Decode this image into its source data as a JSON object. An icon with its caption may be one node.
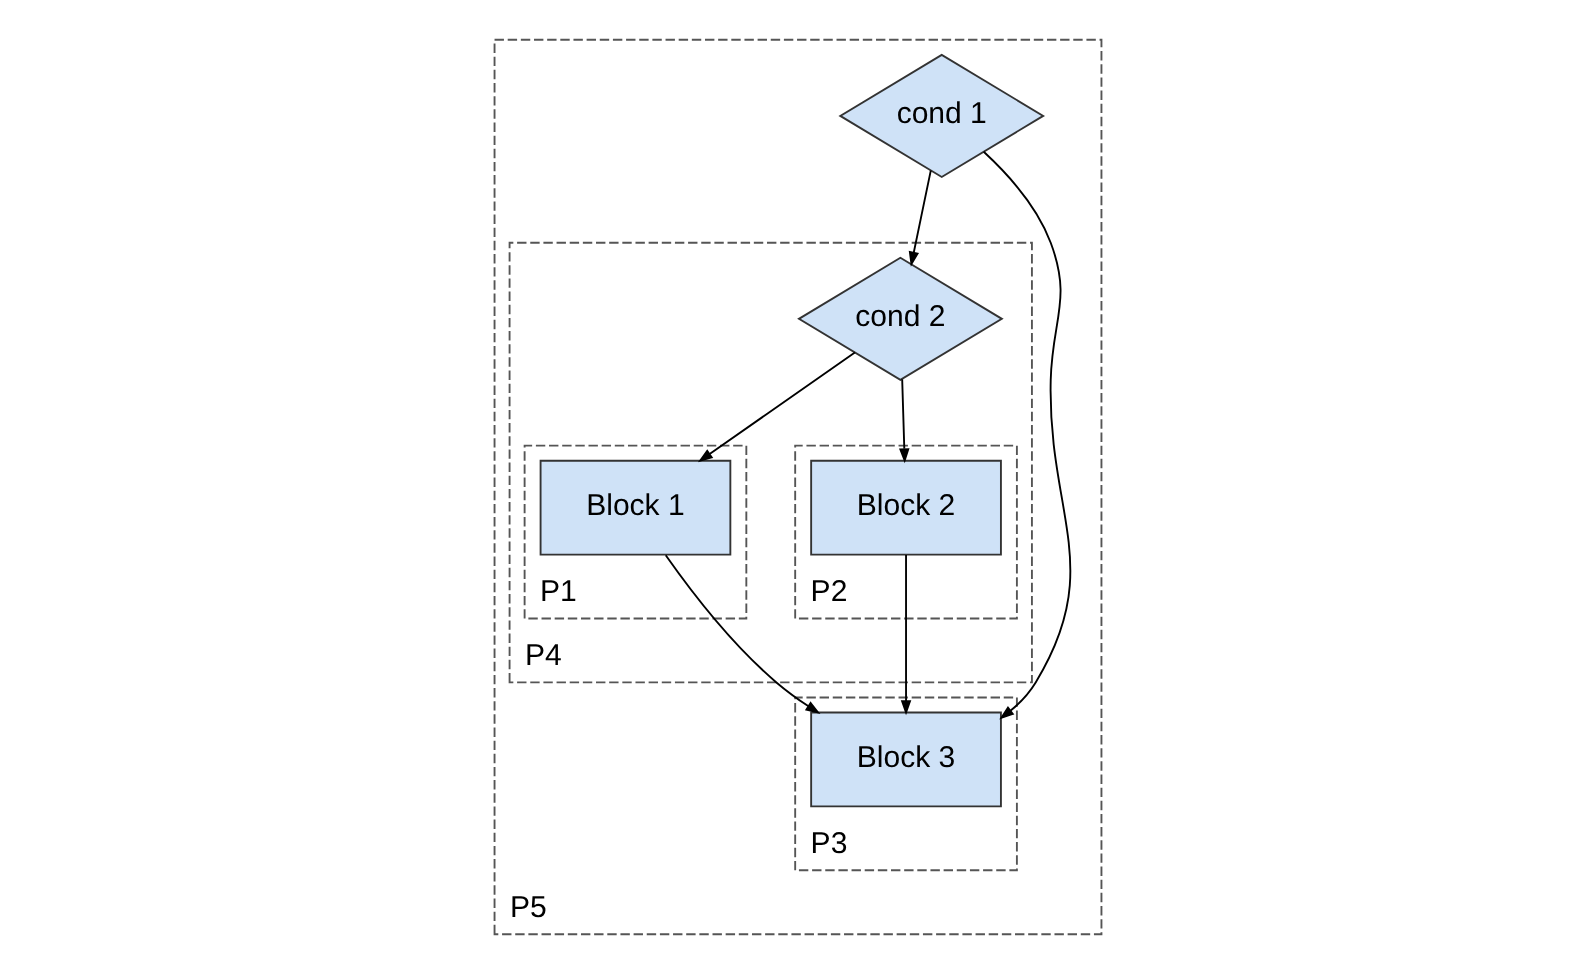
{
  "diagram": {
    "nodes": [
      {
        "text": [
          "P5"
        ]
      },
      {
        "text": [
          "cond 1"
        ],
        "in": 0
      },
      {
        "text": [
          "P4"
        ],
        "in": 0
      },
      {
        "text": [
          "cond 2"
        ],
        "in": 2
      },
      {
        "text": [
          "P1"
        ],
        "in": 2
      },
      {
        "text": [
          "Block 1"
        ],
        "in": 4
      },
      {
        "text": [
          "P2"
        ],
        "in": 2
      },
      {
        "text": [
          "Block 2"
        ],
        "in": 6
      },
      {
        "text": [
          "P3"
        ],
        "in": 0
      },
      {
        "text": [
          "Block 3"
        ],
        "in": 8
      }
    ],
    "edges": [
      {
        "from": 1,
        "to": 3,
        "arrow": "to"
      },
      {
        "from": 1,
        "to": 9,
        "arrow": "to"
      },
      {
        "from": 3,
        "to": 5,
        "arrow": "to"
      },
      {
        "from": 3,
        "to": 7,
        "arrow": "to"
      },
      {
        "from": 7,
        "to": 9,
        "arrow": "to"
      },
      {
        "from": 5,
        "to": 9,
        "arrow": "to"
      }
    ]
  }
}
